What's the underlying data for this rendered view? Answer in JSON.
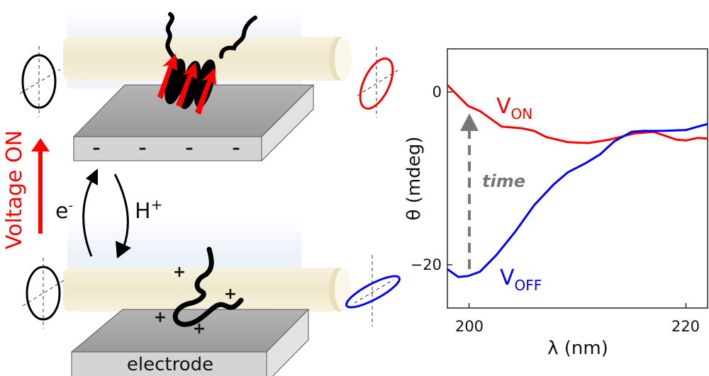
{
  "diagram": {
    "voltage_label": "Voltage ON",
    "electron_label": "e",
    "electron_sup": "-",
    "proton_label": "H",
    "proton_sup": "+",
    "electrode_label": "electrode",
    "negative_charge": "–",
    "positive_charge": "+",
    "colors": {
      "red": "#ff0000",
      "blue": "#0000ff",
      "gray": "#777777",
      "beam": "#f3ecd2",
      "glow": "#e3edf8"
    }
  },
  "chart_data": {
    "type": "line",
    "title": "",
    "xlabel": "λ (nm)",
    "ylabel": "θ (mdeg)",
    "xlim": [
      198,
      222
    ],
    "ylim": [
      -25,
      5
    ],
    "xticks": [
      200,
      220
    ],
    "xtick_labels": [
      "200",
      "220"
    ],
    "yticks": [
      0,
      -20
    ],
    "ytick_labels": [
      "0",
      "−20"
    ],
    "grid": false,
    "annotation": "time",
    "series": [
      {
        "name": "V_ON",
        "label_main": "V",
        "label_sub": "ON",
        "color": "#ff0000",
        "x": [
          198,
          199.9,
          201,
          203,
          204.9,
          206,
          207.1,
          209.1,
          211,
          213,
          215.2,
          217,
          219.1,
          220,
          221.1,
          222
        ],
        "y": [
          0.8,
          -1.6,
          -2.2,
          -4.0,
          -4.2,
          -4.5,
          -5.2,
          -5.8,
          -5.9,
          -5.5,
          -4.8,
          -4.6,
          -5.5,
          -5.6,
          -5.3,
          -5.4
        ]
      },
      {
        "name": "V_OFF",
        "label_main": "V",
        "label_sub": "OFF",
        "color": "#0000ff",
        "x": [
          198,
          199,
          199.9,
          201,
          202.5,
          204.3,
          206,
          207.8,
          209.1,
          210.8,
          212.1,
          213.4,
          215,
          216.1,
          217.8,
          220,
          221.1,
          222
        ],
        "y": [
          -20.5,
          -21.4,
          -21.3,
          -20.8,
          -18.9,
          -16.1,
          -13.1,
          -10.7,
          -9.3,
          -8.2,
          -7.2,
          -5.7,
          -4.6,
          -4.5,
          -4.5,
          -4.4,
          -4.0,
          -3.7
        ]
      }
    ]
  }
}
